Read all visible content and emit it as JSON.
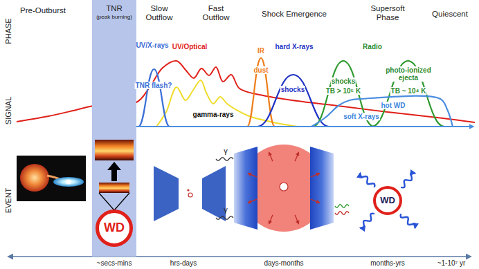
{
  "diagram": {
    "nodes": [
      {
        "text": [
          "TNR",
          "(peak burning)"
        ]
      },
      {
        "text": [
          "WD"
        ],
        "in": 0
      },
      {
        "text": [
          "WD"
        ]
      }
    ],
    "labels": [
      "PHASE",
      "Pre-Outburst",
      "Slow Outflow",
      "Fast Outflow",
      "Shock Emergence",
      "Supersoft Phase",
      "Quiescent",
      "SIGNAL",
      "UV/X-rays",
      "TNR flash?",
      "UV/Optical",
      "gamma-rays",
      "IR",
      "dust",
      "hard X-rays",
      "shocks",
      "Radio",
      "shocks",
      "TB > 10⁵ K",
      "photo-ionized ejecta",
      "TB ~ 10⁴ K",
      "soft X-rays",
      "hot WD",
      "EVENT",
      "γ",
      "γ",
      "~secs-mins",
      "hrs-days",
      "days-months",
      "months-yrs",
      "~1-10⁷ yr"
    ]
  }
}
